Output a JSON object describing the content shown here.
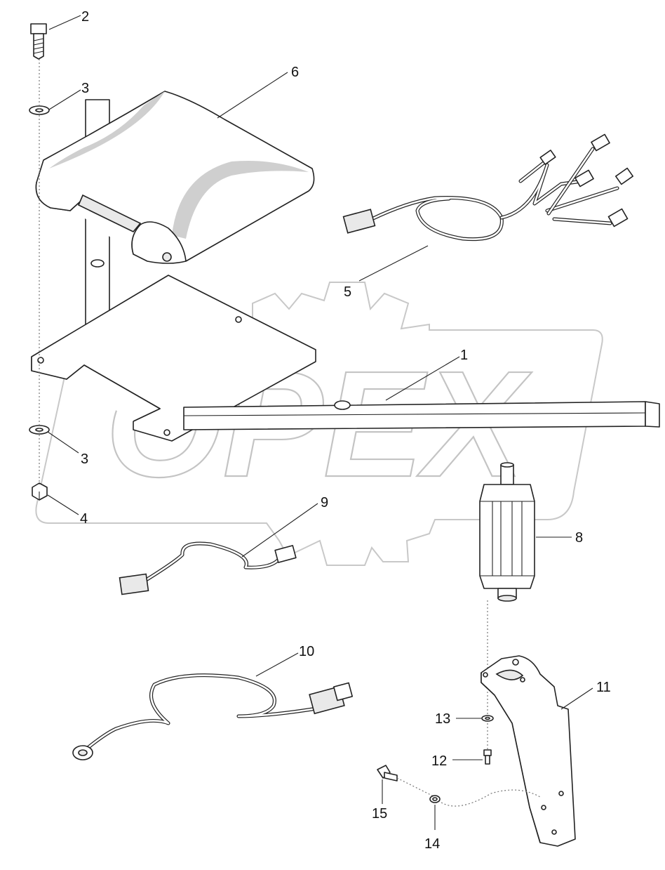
{
  "diagram": {
    "watermark": "OPEX",
    "callouts": [
      {
        "id": "2",
        "label": "2"
      },
      {
        "id": "6",
        "label": "6"
      },
      {
        "id": "3a",
        "label": "3"
      },
      {
        "id": "5",
        "label": "5"
      },
      {
        "id": "1",
        "label": "1"
      },
      {
        "id": "3b",
        "label": "3"
      },
      {
        "id": "4",
        "label": "4"
      },
      {
        "id": "9",
        "label": "9"
      },
      {
        "id": "8",
        "label": "8"
      },
      {
        "id": "10",
        "label": "10"
      },
      {
        "id": "11",
        "label": "11"
      },
      {
        "id": "13",
        "label": "13"
      },
      {
        "id": "12",
        "label": "12"
      },
      {
        "id": "15",
        "label": "15"
      },
      {
        "id": "14",
        "label": "14"
      }
    ]
  }
}
